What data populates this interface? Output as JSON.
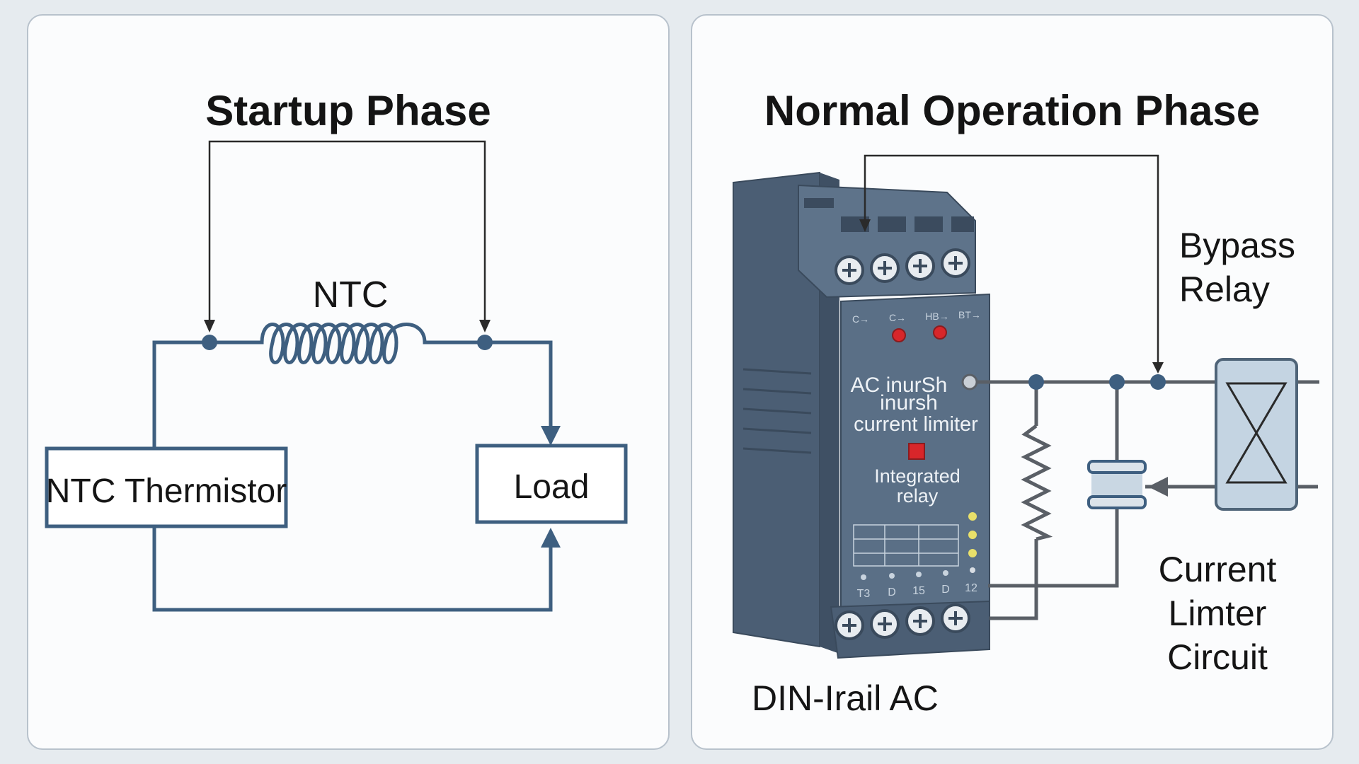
{
  "startup": {
    "title": "Startup Phase",
    "ntc_label": "NTC",
    "thermistor_label": "NTC Thermistor",
    "load_label": "Load"
  },
  "normal": {
    "title": "Normal Operation Phase",
    "bypass_relay_label_1": "Bypass",
    "bypass_relay_label_2": "Relay",
    "current_limiter_label_1": "Current",
    "current_limiter_label_2": "Limter",
    "current_limiter_label_3": "Circuit",
    "device_caption": "DIN-Irail AC",
    "device_text_1": "AC inurSh",
    "device_text_2": "inursh",
    "device_text_3": "current limiter",
    "device_text_4": "Integrated",
    "device_text_5": "relay",
    "terminal_labels_top": [
      "C→",
      "C→",
      "HB→",
      "BT→"
    ],
    "terminal_labels_bottom": [
      "T3",
      "D",
      "15",
      "D",
      "12"
    ]
  },
  "colors": {
    "wire_left": "#3e5f80",
    "wire_right": "#5a5f66",
    "device_body": "#5a6f86",
    "led_red": "#d8262a",
    "led_yellow": "#e9e06a"
  }
}
